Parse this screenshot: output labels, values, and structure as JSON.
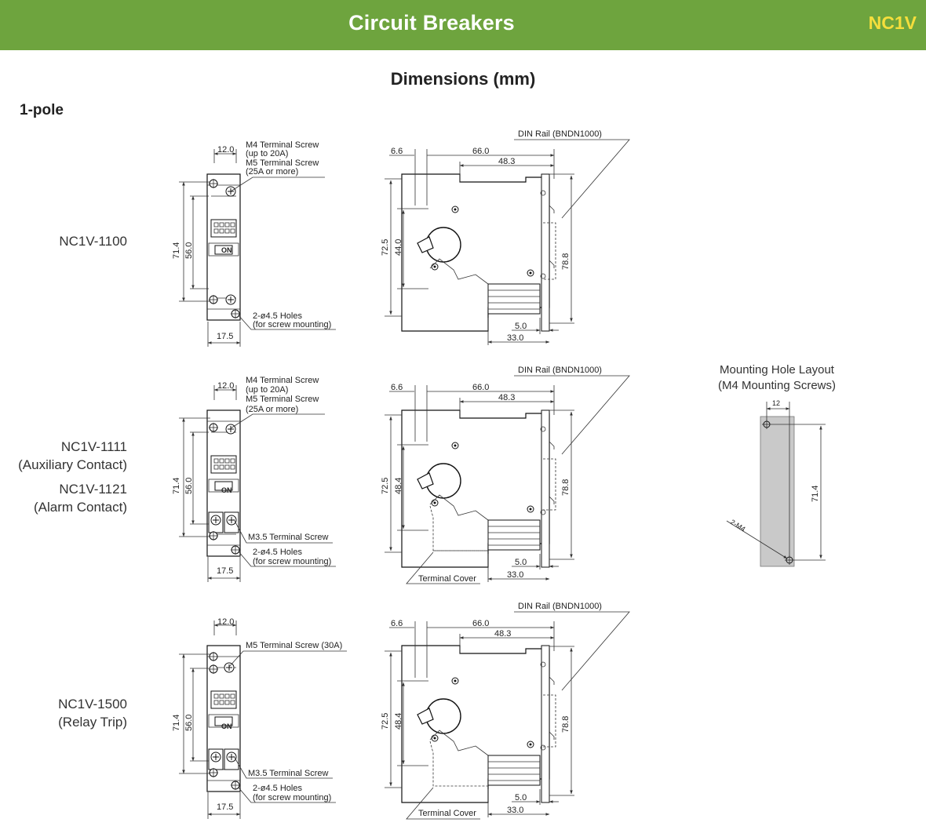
{
  "header": {
    "title": "Circuit Breakers",
    "code": "NC1V"
  },
  "page_title": "Dimensions (mm)",
  "section_title": "1-pole",
  "models": [
    {
      "name": "NC1V-1100",
      "subtitle": ""
    },
    {
      "name": "NC1V-1111",
      "subtitle": "(Auxiliary Contact)",
      "name2": "NC1V-1121",
      "subtitle2": "(Alarm Contact)"
    },
    {
      "name": "NC1V-1500",
      "subtitle": "(Relay Trip)"
    }
  ],
  "front": {
    "dim_width_top": "12.0",
    "dim_height_outer": "71.4",
    "dim_height_inner": "56.0",
    "dim_width_bottom": "17.5",
    "on_label": "ON",
    "screw_note_a": [
      "M4 Terminal Screw",
      "(up to 20A)",
      "M5 Terminal Screw",
      "(25A or more)"
    ],
    "screw_note_c": "M5 Terminal Screw (30A)",
    "m35_note": "M3.5 Terminal Screw",
    "hole_note": [
      "2-ø4.5 Holes",
      "(for screw mounting)"
    ]
  },
  "side": {
    "din_rail": "DIN Rail (BNDN1000)",
    "dim_6_6": "6.6",
    "dim_66": "66.0",
    "dim_48_3": "48.3",
    "dim_72_5": "72.5",
    "dim_44": "44.0",
    "dim_48_4": "48.4",
    "dim_78_8": "78.8",
    "dim_5": "5.0",
    "dim_33": "33.0",
    "terminal_cover": "Terminal Cover"
  },
  "mounting": {
    "title": "Mounting Hole Layout",
    "subtitle": "(M4 Mounting Screws)",
    "dim_12": "12",
    "dim_71_4": "71.4",
    "screw_label": "2-M4"
  }
}
